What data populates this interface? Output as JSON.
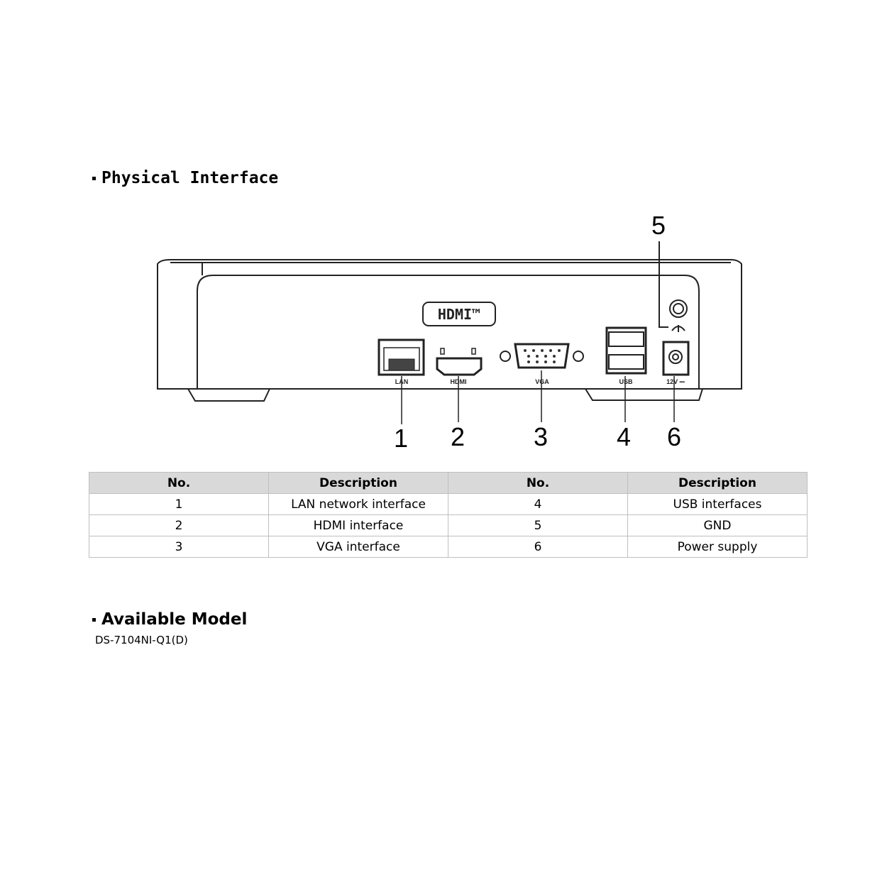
{
  "sections": {
    "physical_interface": "Physical Interface",
    "available_model": "Available Model"
  },
  "model": "DS-7104NI-Q1(D)",
  "diagram": {
    "hdmi_logo": "HDMI™",
    "port_labels": {
      "lan": "LAN",
      "hdmi": "HDMI",
      "vga": "VGA",
      "usb": "USB",
      "power": "12V ⎓"
    },
    "callouts": [
      "1",
      "2",
      "3",
      "4",
      "5",
      "6"
    ]
  },
  "table": {
    "headers": [
      "No.",
      "Description",
      "No.",
      "Description"
    ],
    "rows": [
      [
        "1",
        "LAN network interface",
        "4",
        "USB interfaces"
      ],
      [
        "2",
        "HDMI interface",
        "5",
        "GND"
      ],
      [
        "3",
        "VGA interface",
        "6",
        "Power supply"
      ]
    ]
  }
}
